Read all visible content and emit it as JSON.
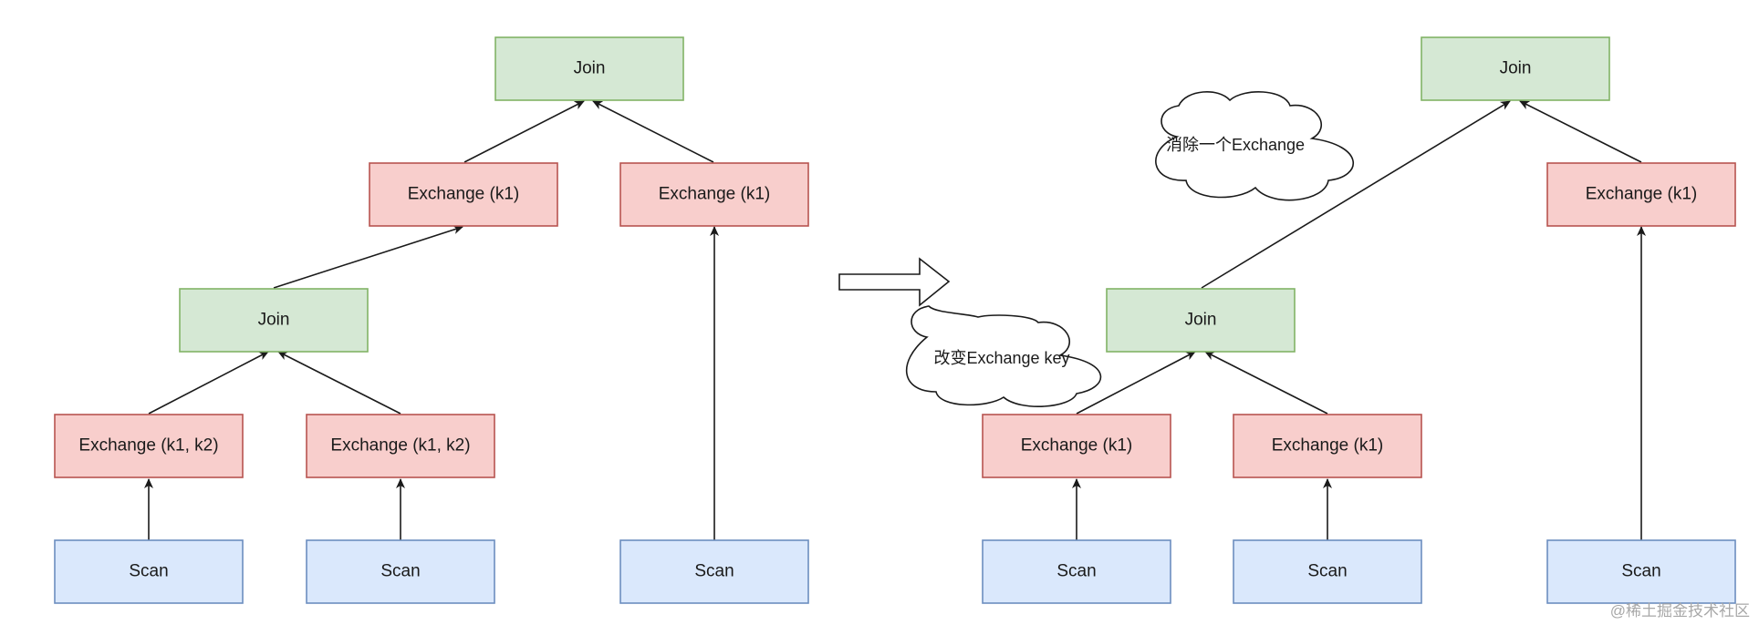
{
  "colors": {
    "join_fill": "#d5e8d4",
    "join_stroke": "#82b366",
    "exchange_fill": "#f8cecc",
    "exchange_stroke": "#b85450",
    "scan_fill": "#dae8fc",
    "scan_stroke": "#6c8ebf",
    "edge": "#1a1a1a"
  },
  "left": {
    "join_top": "Join",
    "exchange_left": "Exchange (k1)",
    "exchange_right": "Exchange (k1)",
    "join_mid": "Join",
    "exchange_k1k2_a": "Exchange (k1, k2)",
    "exchange_k1k2_b": "Exchange (k1, k2)",
    "scan_a": "Scan",
    "scan_b": "Scan",
    "scan_c": "Scan"
  },
  "right": {
    "join_top": "Join",
    "exchange_right": "Exchange (k1)",
    "join_mid": "Join",
    "exchange_a": "Exchange (k1)",
    "exchange_b": "Exchange (k1)",
    "scan_a": "Scan",
    "scan_b": "Scan",
    "scan_c": "Scan"
  },
  "annotations": {
    "remove_exchange": "消除一个Exchange",
    "change_key": "改变Exchange key"
  },
  "watermark": "@稀土掘金技术社区"
}
